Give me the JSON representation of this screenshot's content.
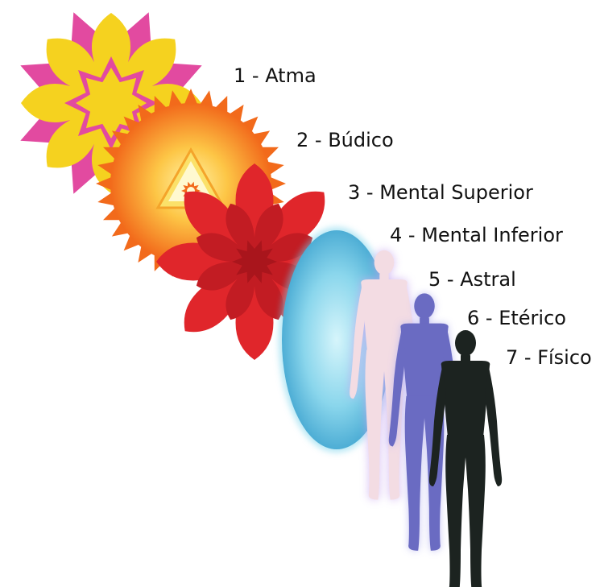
{
  "layers": [
    {
      "number": "1",
      "label": "1 - Atma",
      "symbol": "pink-yellow-star-flower",
      "color": "#f5d21f",
      "accent": "#e24aa0"
    },
    {
      "number": "2",
      "label": "2 - Búdico",
      "symbol": "orange-sun-with-triangle",
      "color": "#f7931e",
      "accent": "#fde46a"
    },
    {
      "number": "3",
      "label": "3 - Mental Superior",
      "symbol": "red-lotus-flower",
      "color": "#e0262b",
      "accent": "#a9151c"
    },
    {
      "number": "4",
      "label": "4 - Mental Inferior",
      "symbol": "blue-egg-aura",
      "color": "#5fc3e4",
      "accent": "#c9f0fb"
    },
    {
      "number": "5",
      "label": "5 - Astral",
      "symbol": "pink-human-silhouette",
      "color": "#f3dce3",
      "accent": "#c9a8f0"
    },
    {
      "number": "6",
      "label": "6 - Etérico",
      "symbol": "purple-human-silhouette",
      "color": "#6a6bc2",
      "accent": "#b9b7f0"
    },
    {
      "number": "7",
      "label": "7 - Físico",
      "symbol": "dark-human-silhouette",
      "color": "#1c2320",
      "accent": "#1c2320"
    }
  ]
}
